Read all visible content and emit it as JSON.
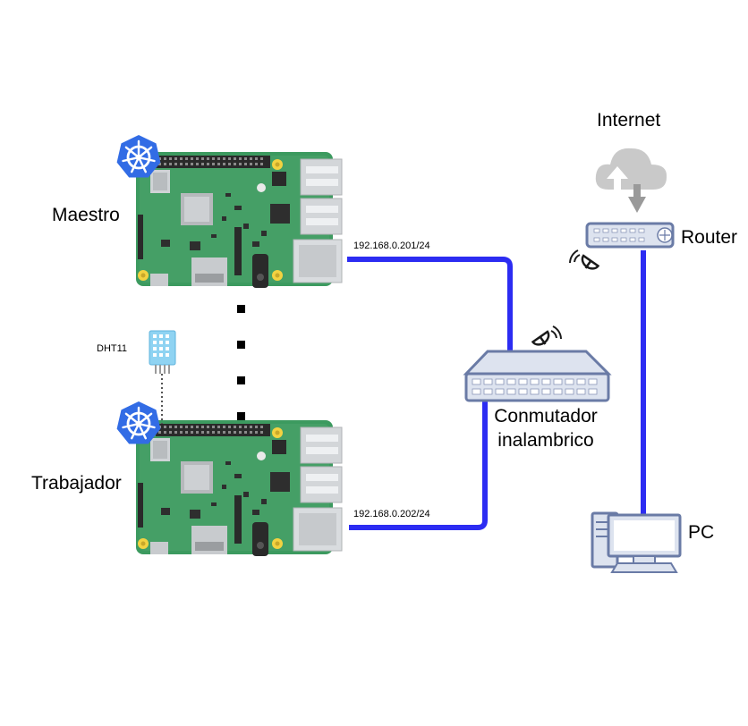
{
  "labels": {
    "master": "Maestro",
    "worker": "Trabajador",
    "sensor": "DHT11",
    "switch_line1": "Conmutador",
    "switch_line2": "inalambrico",
    "internet": "Internet",
    "router": "Router",
    "pc": "PC",
    "ip_master": "192.168.0.201/24",
    "ip_worker": "192.168.0.202/24"
  },
  "icons": {
    "cluster_badge": "kubernetes-helm-icon",
    "board": "raspberry-pi-board",
    "wireless": "wireless-antenna-icon",
    "cloud": "cloud-upload-download-icon"
  },
  "colors": {
    "link": "#2c2cf2",
    "pcb": "#3c9a5f",
    "kube": "#326ce5",
    "device": "#dde3ef",
    "device_stroke": "#6a7ba6",
    "cloud": "#c9c9c9"
  }
}
